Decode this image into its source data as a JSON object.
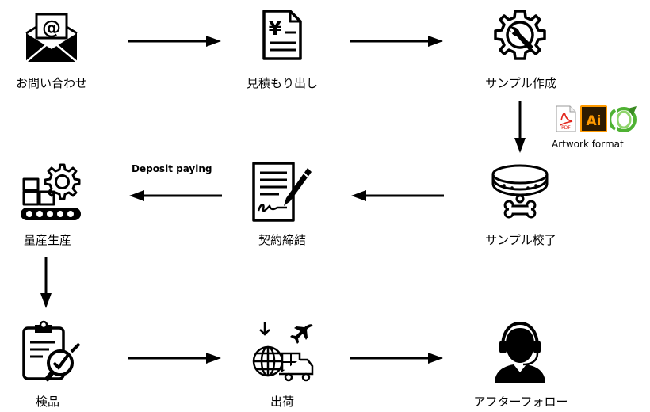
{
  "steps": {
    "inquiry": "お問い合わせ",
    "quote": "見積もり出し",
    "sample_making": "サンプル作成",
    "sample_done": "サンプル校了",
    "contract": "契約締結",
    "mass_production": "量産生産",
    "inspection": "検品",
    "shipping": "出荷",
    "after_service": "アフターフォロー"
  },
  "notes": {
    "artwork_format": "Artwork format",
    "deposit": "Deposit paying"
  },
  "file_badges": {
    "pdf": "PDF",
    "ai": "Ai"
  },
  "icons": {
    "inquiry": "email-envelope-icon",
    "quote": "yen-invoice-icon",
    "sample_making": "gear-wrench-icon",
    "sample_done": "dog-collar-icon",
    "contract": "signed-contract-icon",
    "mass_production": "factory-conveyor-icon",
    "inspection": "clipboard-check-icon",
    "shipping": "global-shipping-icon",
    "after_service": "headset-support-icon"
  },
  "colors": {
    "line": "#000000",
    "pdf_red": "#e2261c",
    "ai_bg": "#2e1b00",
    "ai_text": "#ff9a00",
    "corel_green": "#4fb233"
  }
}
